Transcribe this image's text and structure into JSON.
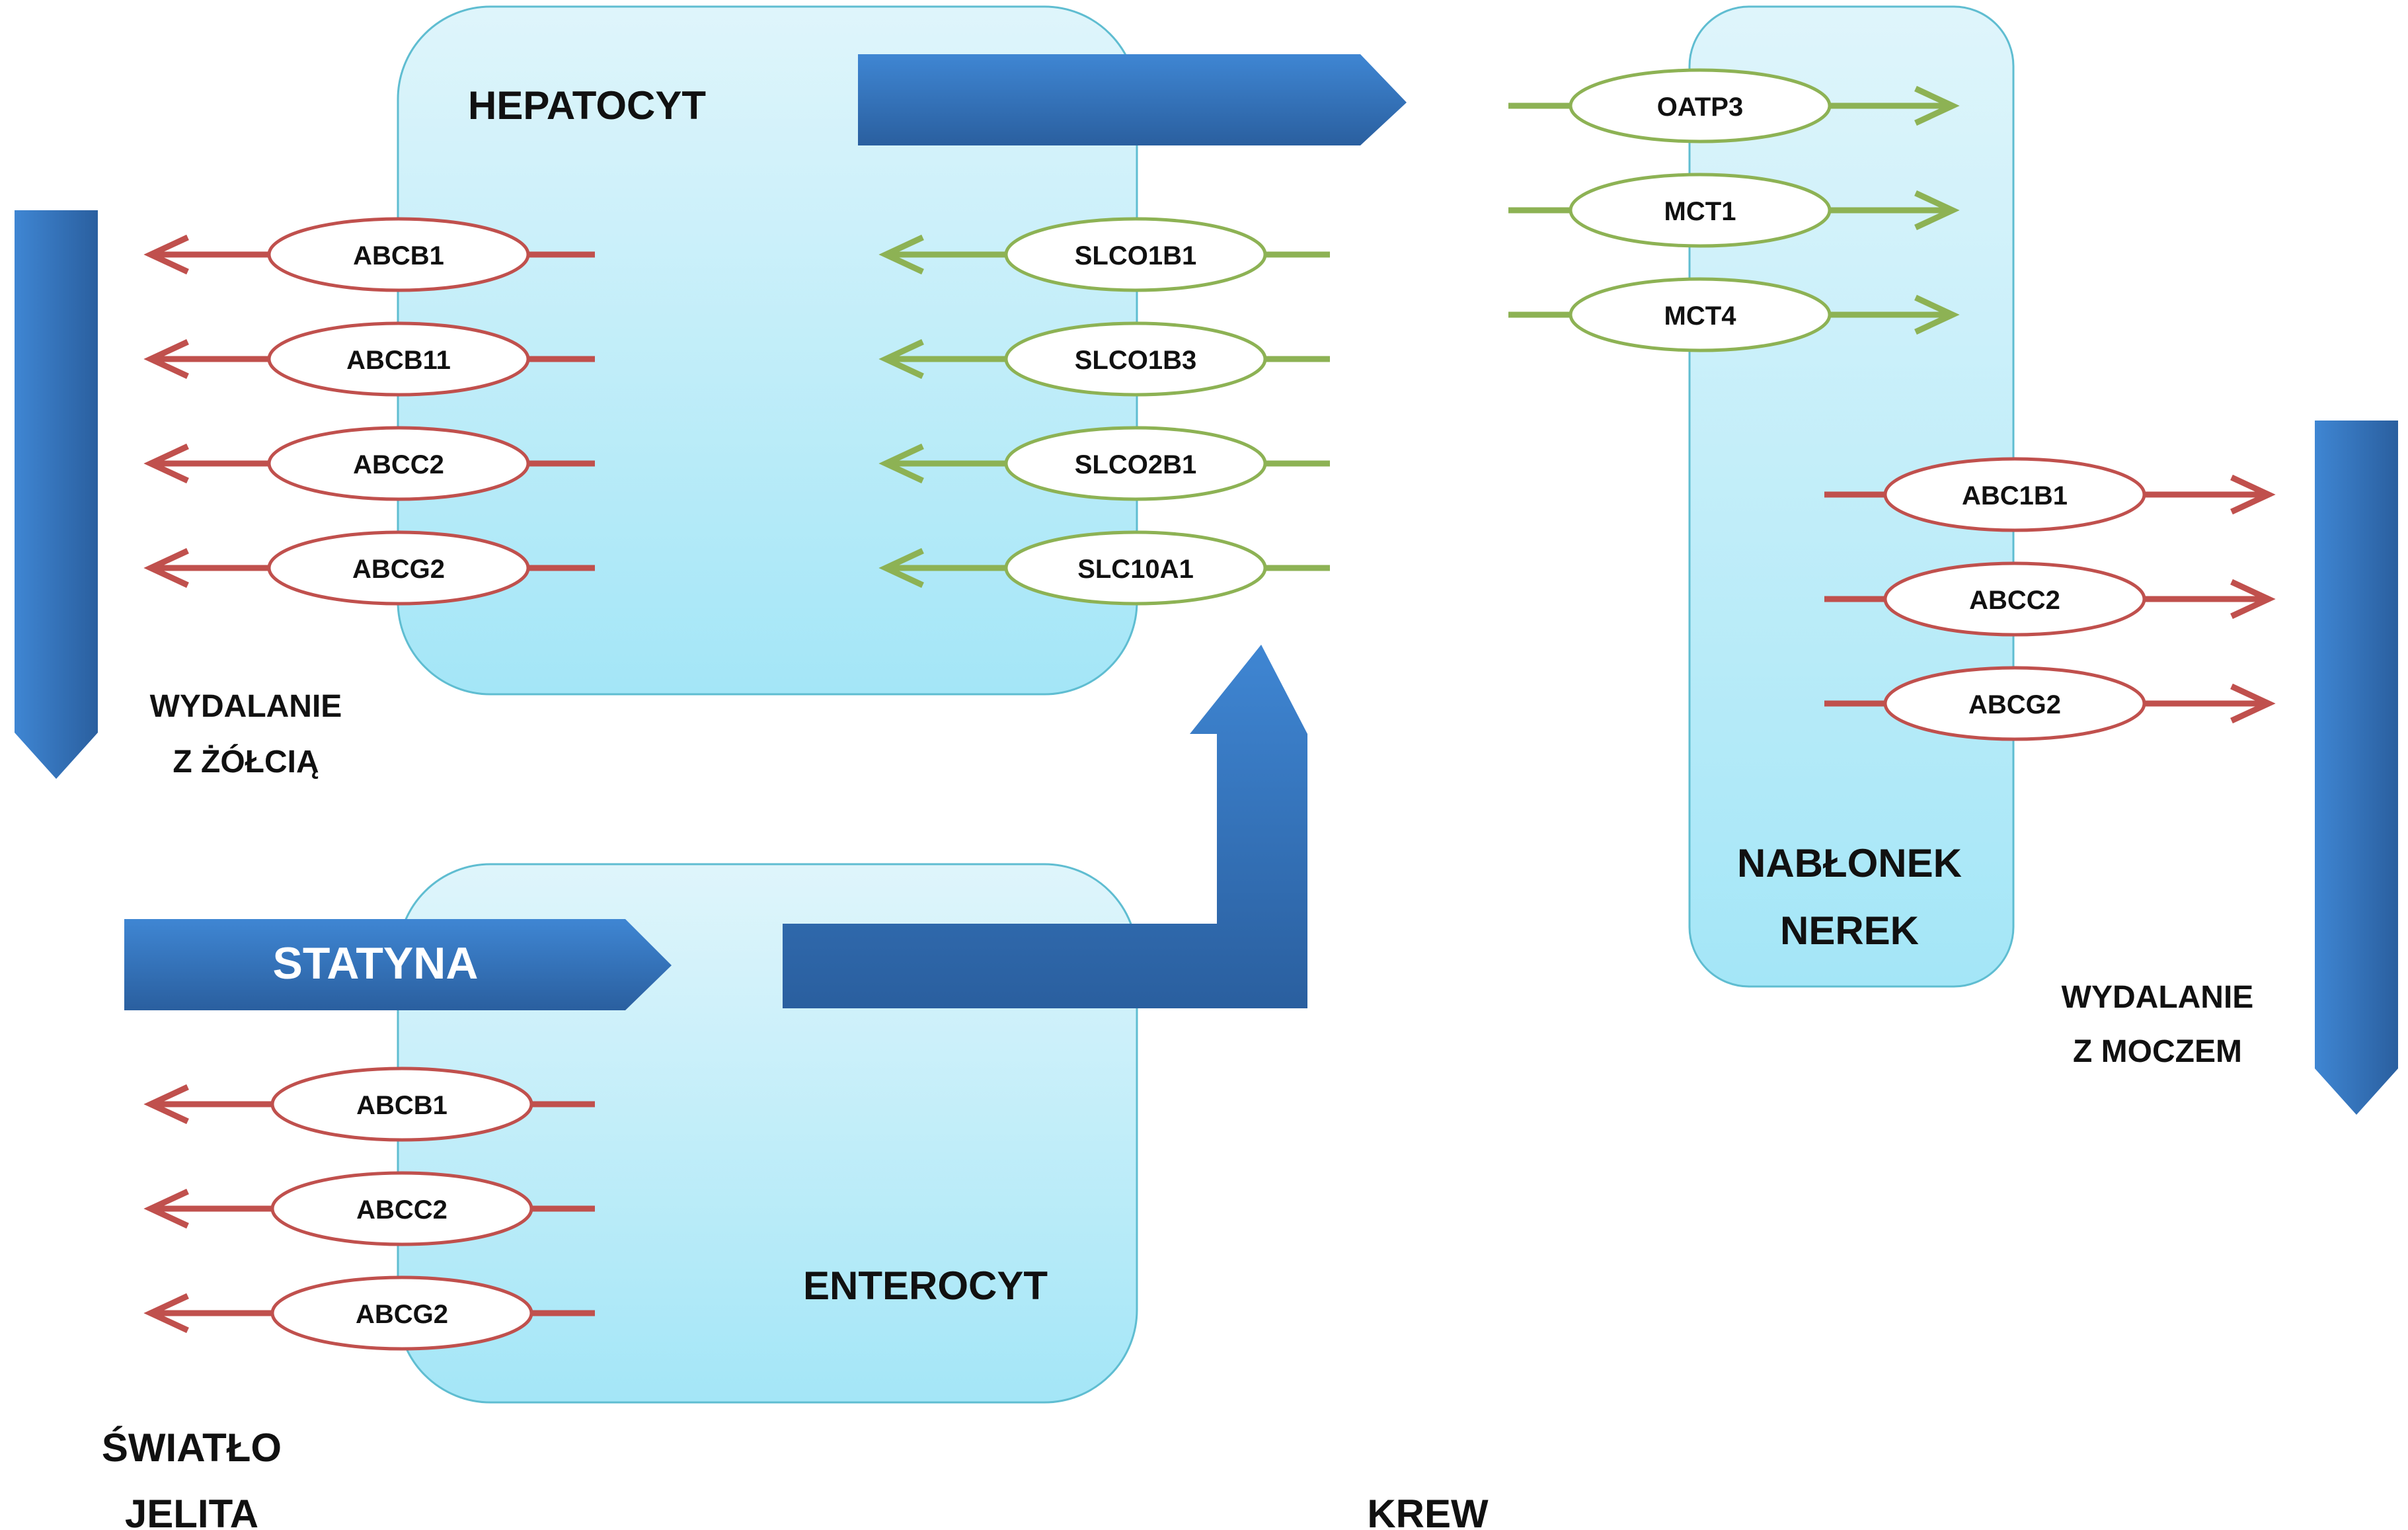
{
  "cells": {
    "hepatocyte": "HEPATOCYT",
    "enterocyte": "ENTEROCYT",
    "kidney_line1": "NABŁONEK",
    "kidney_line2": "NEREK"
  },
  "drug": "STATYNA",
  "regions": {
    "intestinal_lumen_line1": "ŚWIATŁO",
    "intestinal_lumen_line2": "JELITA",
    "blood": "KREW",
    "biliary_line1": "WYDALANIE",
    "biliary_line2": "Z ŻÓŁCIĄ",
    "urinary_line1": "WYDALANIE",
    "urinary_line2": "Z MOCZEM"
  },
  "hepatocyte_efflux": [
    "ABCB1",
    "ABCB11",
    "ABCC2",
    "ABCG2"
  ],
  "hepatocyte_uptake": [
    "SLCO1B1",
    "SLCO1B3",
    "SLCO2B1",
    "SLC10A1"
  ],
  "enterocyte_efflux": [
    "ABCB1",
    "ABCC2",
    "ABCG2"
  ],
  "kidney_uptake": [
    "OATP3",
    "MCT1",
    "MCT4"
  ],
  "kidney_efflux": [
    "ABC1B1",
    "ABCC2",
    "ABCG2"
  ],
  "colors": {
    "cell_fill_top": "#dff5fb",
    "cell_fill_bottom": "#a4e6f7",
    "cell_stroke": "#5fbdd1",
    "big_arrow": "#2e67ae",
    "big_arrow_light": "#3c82cf",
    "efflux_red": "#c0504d",
    "uptake_green": "#8db254"
  }
}
